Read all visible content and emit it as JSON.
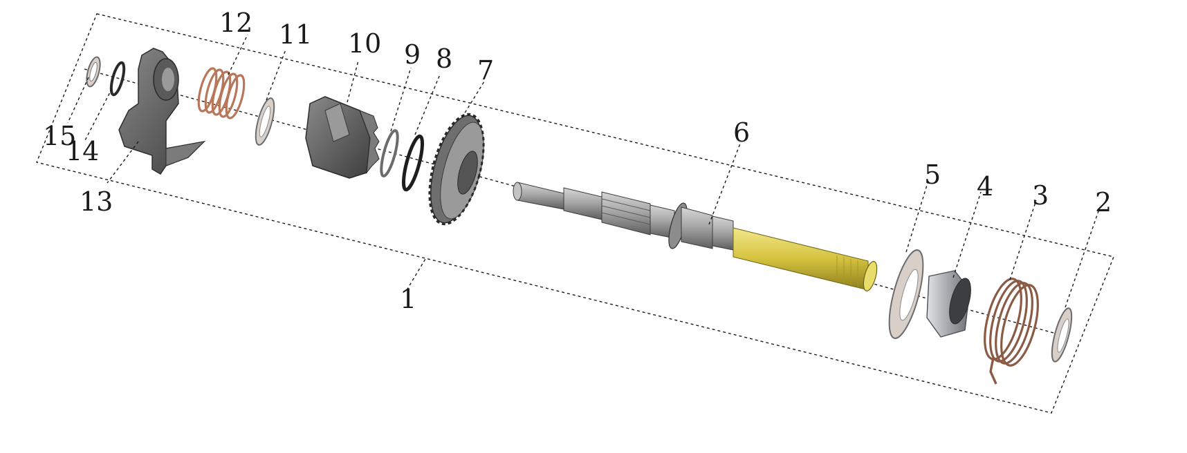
{
  "diagram": {
    "callouts": [
      {
        "id": "1",
        "text": "1"
      },
      {
        "id": "2",
        "text": "2"
      },
      {
        "id": "3",
        "text": "3"
      },
      {
        "id": "4",
        "text": "4"
      },
      {
        "id": "5",
        "text": "5"
      },
      {
        "id": "6",
        "text": "6"
      },
      {
        "id": "7",
        "text": "7"
      },
      {
        "id": "8",
        "text": "8"
      },
      {
        "id": "9",
        "text": "9"
      },
      {
        "id": "10",
        "text": "10"
      },
      {
        "id": "11",
        "text": "11"
      },
      {
        "id": "12",
        "text": "12"
      },
      {
        "id": "13",
        "text": "13"
      },
      {
        "id": "14",
        "text": "14"
      },
      {
        "id": "15",
        "text": "15"
      }
    ],
    "colors": {
      "line": "#1a1a1a",
      "part_gray": "#6e6e6e",
      "shaft_steel": "#9a9a9a",
      "shaft_brass": "#d9c84a",
      "spring_copper": "#b8765a",
      "washer": "#d8cfc9"
    }
  }
}
